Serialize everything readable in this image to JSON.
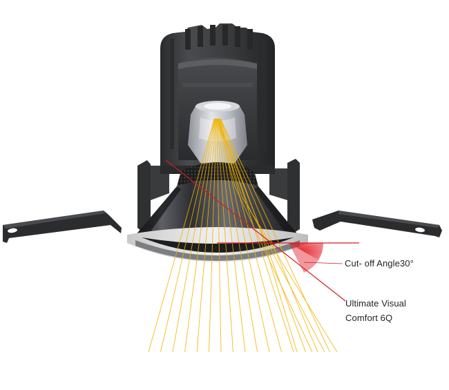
{
  "labels": {
    "cutoff": "Cut- off Angle30°",
    "visual_comfort_line1": "Ultimate Visual",
    "visual_comfort_line2": "Comfort 6Q"
  },
  "colors": {
    "ray": "#f2b300",
    "redline": "#d71920",
    "housing": "#3a3b3d",
    "housing_dark": "#1f2022",
    "reflector": "#4a4c50",
    "trim": "#d8d8d8",
    "bracket": "#2b2c2e"
  },
  "icons": [
    "left-mounting-bracket",
    "right-mounting-bracket",
    "heat-sink",
    "led-lens",
    "honeycomb-louver",
    "reflector-cone"
  ]
}
